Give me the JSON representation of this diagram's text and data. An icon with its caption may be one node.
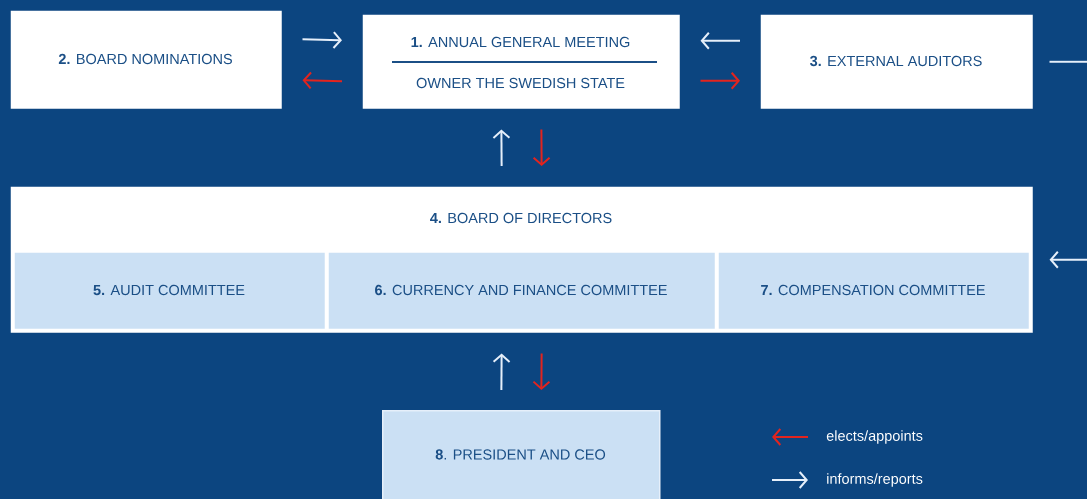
{
  "diagram": {
    "nodes": [
      {
        "text": [
          "**1.** ANNUAL GENERAL MEETING",
          "OWNER THE SWEDISH STATE"
        ]
      },
      {
        "text": [
          "**2.** BOARD NOMINATIONS"
        ]
      },
      {
        "text": [
          "**3.** EXTERNAL AUDITORS"
        ]
      },
      {
        "text": [
          "**4.** BOARD OF DIRECTORS"
        ]
      },
      {
        "text": [
          "**5.** AUDIT COMMITTEE"
        ],
        "in": 3
      },
      {
        "text": [
          "**6.** CURRENCY AND FINANCE COMMITTEE"
        ],
        "in": 3
      },
      {
        "text": [
          "**7.** COMPENSATION COMMITTEE"
        ],
        "in": 3
      },
      {
        "text": [
          "**8**. PRESIDENT AND CEO"
        ]
      }
    ],
    "edges": [
      {
        "from": 1,
        "to": 0,
        "arrow": "to"
      },
      {
        "from": 0,
        "to": 1,
        "arrow": "to",
        "color": "#e3241e"
      },
      {
        "from": 2,
        "to": 0,
        "arrow": "to"
      },
      {
        "from": 0,
        "to": 2,
        "arrow": "to",
        "color": "#e3241e"
      },
      {
        "from": 3,
        "to": 0,
        "arrow": "to"
      },
      {
        "from": 0,
        "to": 3,
        "arrow": "to",
        "color": "#e3241e"
      },
      {
        "from": 7,
        "to": 3,
        "arrow": "to"
      },
      {
        "from": 3,
        "to": 7,
        "arrow": "to",
        "color": "#e3241e"
      },
      {
        "from": 2,
        "to": 3,
        "arrow": "to"
      }
    ],
    "legend": [
      {
        "text": "elects/appoints"
      },
      {
        "text": "informs/reports"
      }
    ]
  }
}
